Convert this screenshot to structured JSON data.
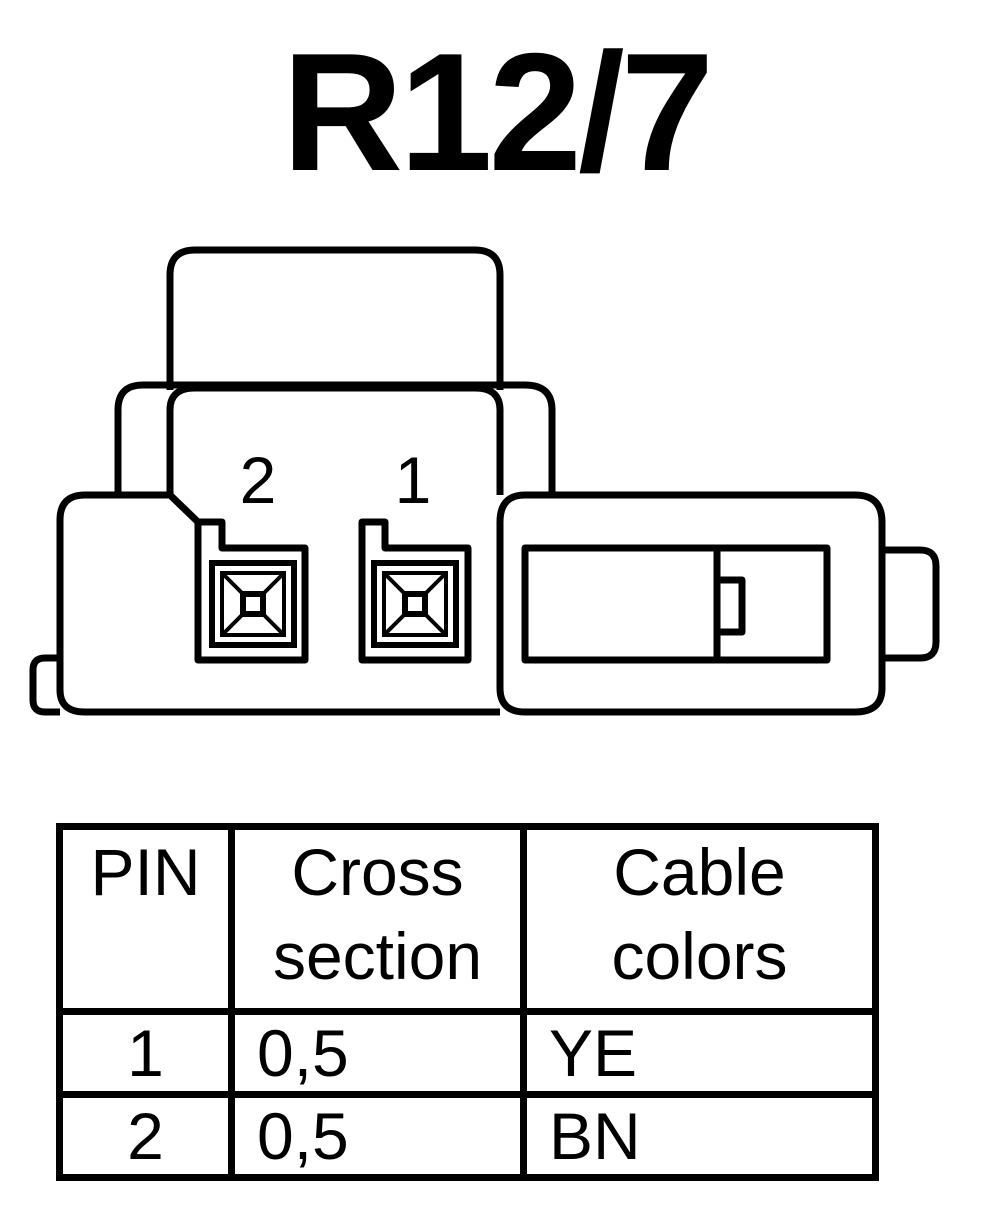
{
  "title": "R12/7",
  "connector": {
    "pin_labels": [
      "2",
      "1"
    ]
  },
  "table": {
    "headers": [
      "PIN",
      "Cross\nsection",
      "Cable\ncolors"
    ],
    "rows": [
      {
        "pin": "1",
        "cross_section": "0,5",
        "color": "YE"
      },
      {
        "pin": "2",
        "cross_section": "0,5",
        "color": "BN"
      }
    ]
  }
}
